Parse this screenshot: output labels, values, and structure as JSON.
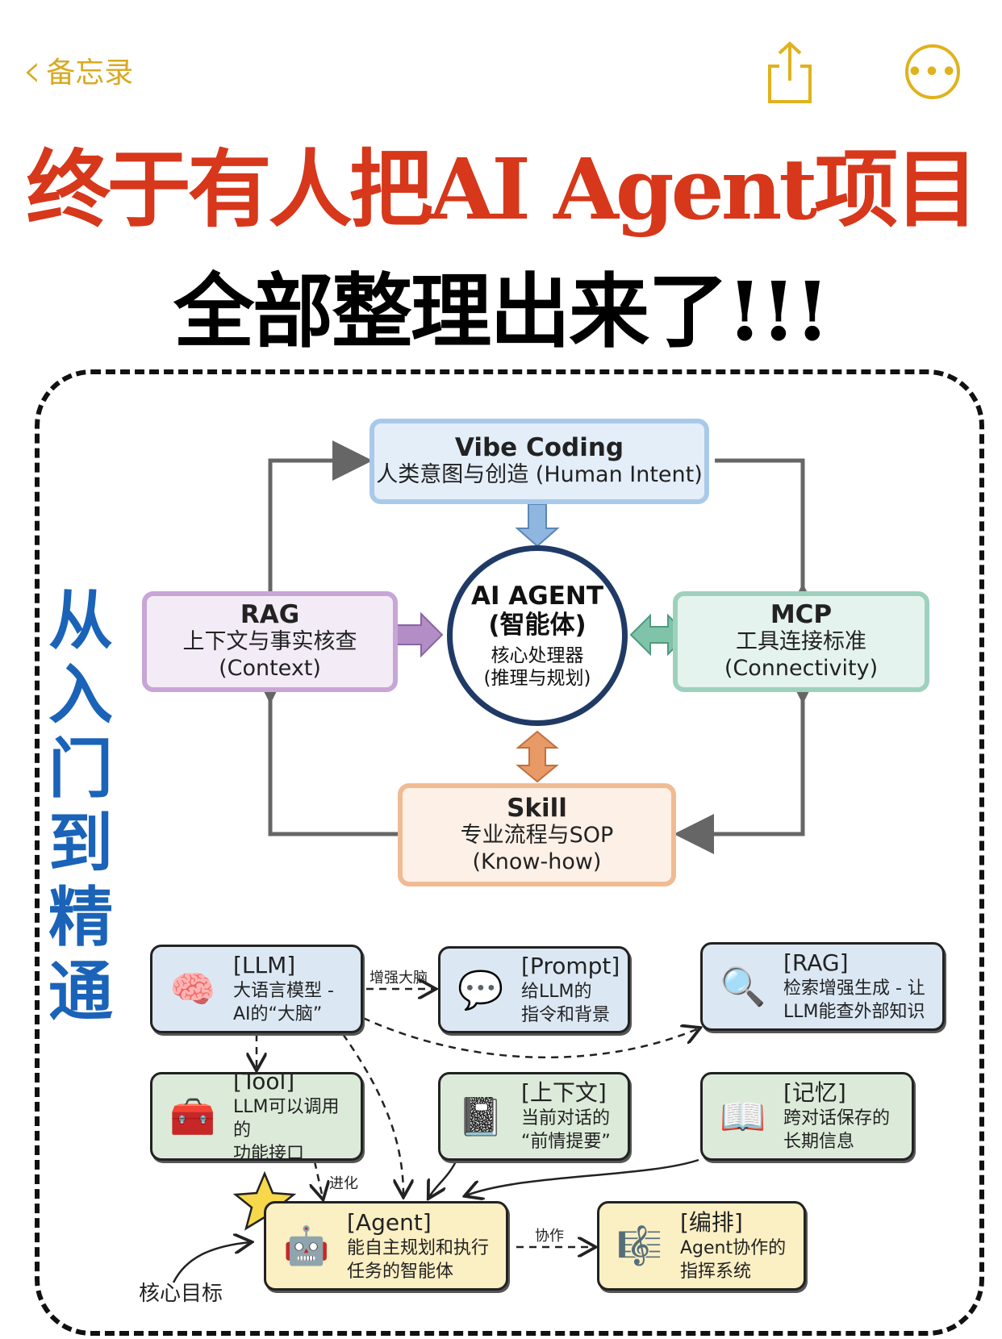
{
  "nav": {
    "back_label": "备忘录",
    "share_icon": "share-icon",
    "more_icon": "more-icon"
  },
  "title": {
    "line1": "终于有人把AI Agent项目",
    "line2": "全部整理出来了!!!",
    "side": "从入门到精通"
  },
  "diagram": {
    "vibe": {
      "name": "Vibe Coding",
      "desc": "人类意图与创造 (Human Intent)"
    },
    "core": {
      "name": "AI AGENT",
      "sub": "(智能体)",
      "desc1": "核心处理器",
      "desc2": "(推理与规划)"
    },
    "rag": {
      "name": "RAG",
      "desc": "上下文与事实核查",
      "en": "(Context)"
    },
    "mcp": {
      "name": "MCP",
      "desc": "工具连接标准",
      "en": "(Connectivity)"
    },
    "skill": {
      "name": "Skill",
      "desc": "专业流程与SOP",
      "en": "(Know-how)"
    }
  },
  "cards": [
    {
      "title": "[LLM]",
      "d1": "大语言模型 -",
      "d2": "AI的“大脑”",
      "icon": "🧠"
    },
    {
      "title": "[Prompt]",
      "d1": "给LLM的",
      "d2": "指令和背景",
      "icon": "💬"
    },
    {
      "title": "[RAG]",
      "d1": "检索增强生成 - 让",
      "d2": "LLM能查外部知识",
      "icon": "🔍"
    },
    {
      "title": "[Tool]",
      "d1": "LLM可以调用的",
      "d2": "功能接口",
      "icon": "🧰"
    },
    {
      "title": "[上下文]",
      "d1": "当前对话的",
      "d2": "“前情提要”",
      "icon": "📓"
    },
    {
      "title": "[记忆]",
      "d1": "跨对话保存的",
      "d2": "长期信息",
      "icon": "📖"
    },
    {
      "title": "[Agent]",
      "d1": "能自主规划和执行",
      "d2": "任务的智能体",
      "icon": "🤖"
    },
    {
      "title": "[编排]",
      "d1": "Agent协作的",
      "d2": "指挥系统",
      "icon": "🎼"
    }
  ],
  "labels": {
    "enhance": "增强大脑",
    "evolve": "进化",
    "collab": "协作",
    "goal": "核心目标"
  }
}
